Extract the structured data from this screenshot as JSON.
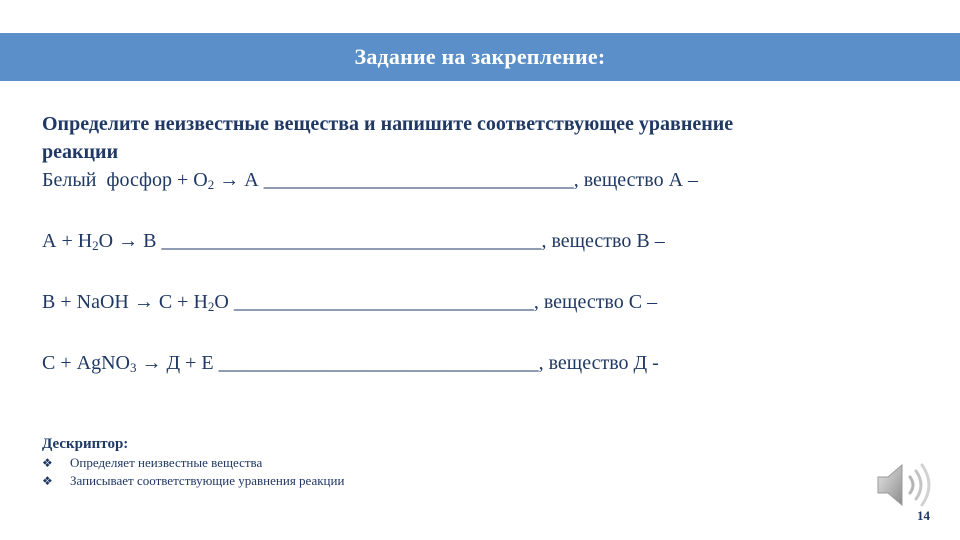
{
  "slide": {
    "title": "Задание на закрепление:",
    "page_number": "14"
  },
  "task": {
    "heading_line1": "Определите неизвестные вещества и напишите соответствующее уравнение",
    "heading_line2": "реакции",
    "equations": [
      {
        "pre": "Белый  фосфор + O",
        "sub1": "2",
        "post": " → А _______________________________, вещество А –"
      },
      {
        "pre": "А + H",
        "sub1": "2",
        "post": "O → В ______________________________________, вещество В –"
      },
      {
        "pre": "В + NaOH → С + H",
        "sub1": "2",
        "post": "O ______________________________, вещество С –"
      },
      {
        "pre": "С + AgNO",
        "sub1": "3",
        "post": " → Д + Е ________________________________, вещество Д -"
      }
    ]
  },
  "descriptor": {
    "title": "Дескриптор:",
    "items": [
      "Определяет неизвестные вещества",
      "Записывает соответствующие уравнения реакции"
    ],
    "bullet_glyph": "❖"
  },
  "icons": {
    "speaker": "speaker-icon"
  },
  "colors": {
    "banner": "#5b8fc9",
    "text": "#1f3864"
  }
}
